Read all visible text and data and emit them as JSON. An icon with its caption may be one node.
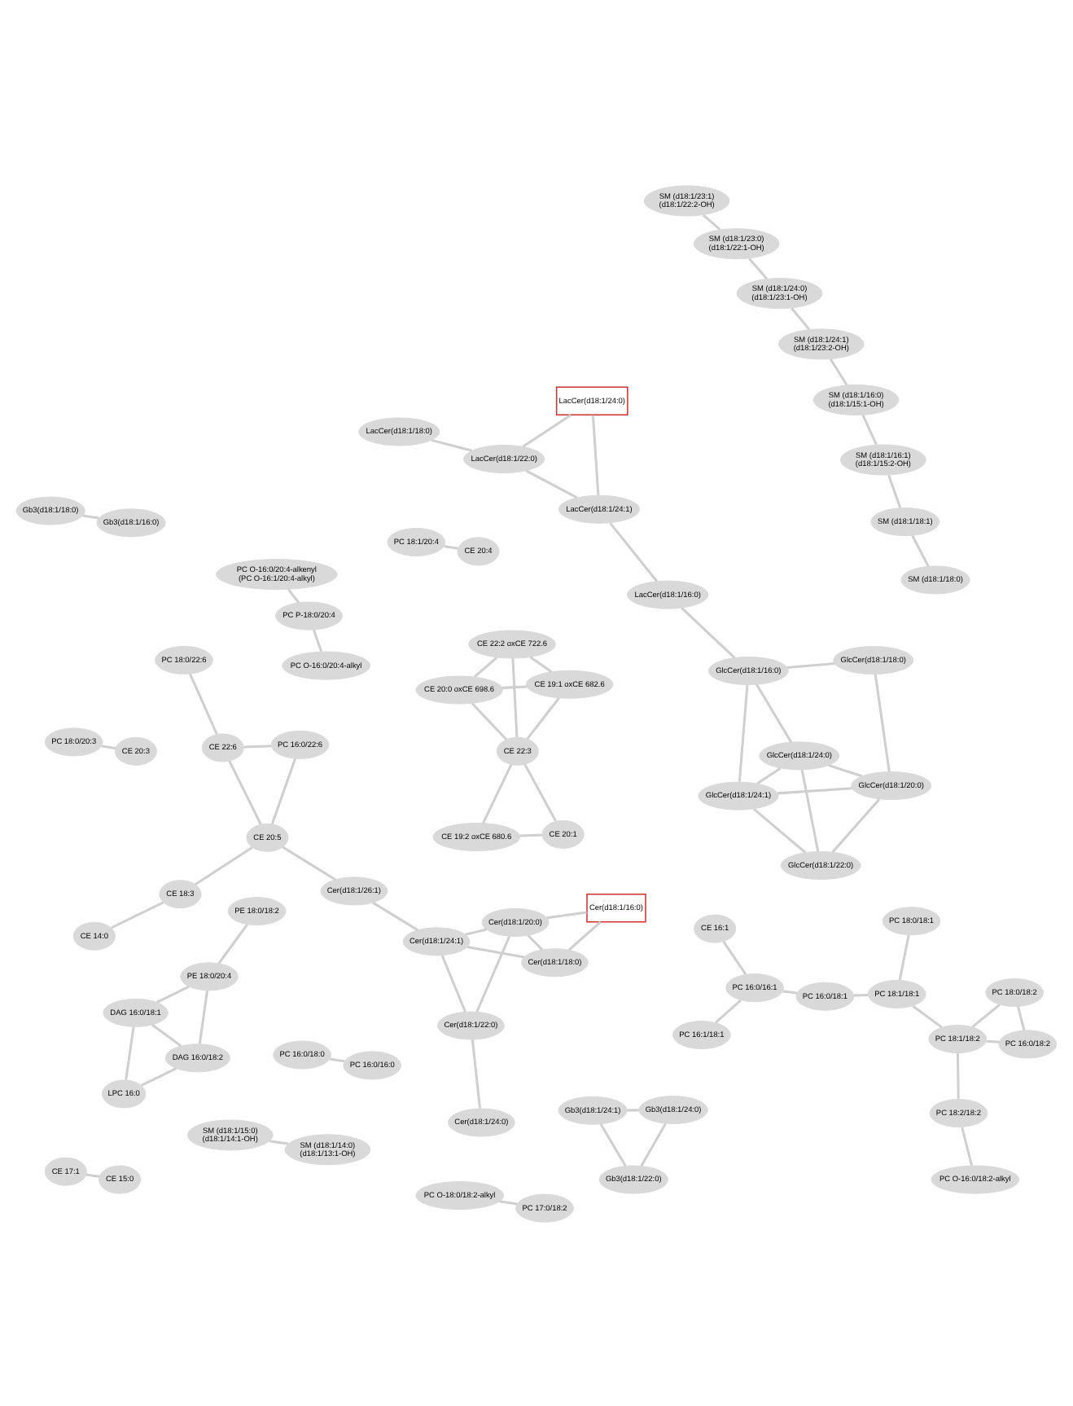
{
  "diagram": {
    "nodes": [
      {
        "text": [
          "PC 18:0/22:6"
        ]
      },
      {
        "text": [
          "PC 16:0/22:6"
        ]
      },
      {
        "text": [
          "CE 14:0"
        ]
      },
      {
        "text": [
          "CE 22:6"
        ]
      },
      {
        "text": [
          "CE 18:3"
        ]
      },
      {
        "text": [
          "CE 20:5"
        ]
      },
      {
        "text": [
          "Cer(d18:1/26:1)"
        ]
      },
      {
        "text": [
          "Cer(d18:1/24:1)"
        ]
      },
      {
        "text": [
          "Cer(d18:1/22:0)"
        ]
      },
      {
        "text": [
          "Cer(d18:1/18:0)"
        ]
      },
      {
        "text": [
          "Cer(d18:1/24:0)"
        ]
      },
      {
        "text": [
          "Cer(d18:1/20:0)"
        ]
      },
      {
        "text": [
          "Cer(d18:1/16:0)"
        ]
      },
      {
        "text": [
          "CE 16:1"
        ]
      },
      {
        "text": [
          "PC 16:0/16:1"
        ]
      },
      {
        "text": [
          "PC 16:1/18:1"
        ]
      },
      {
        "text": [
          "PC 16:0/18:1"
        ]
      },
      {
        "text": [
          "PC 18:1/18:1"
        ]
      },
      {
        "text": [
          "PC 18:0/18:1"
        ]
      },
      {
        "text": [
          "PC 18:1/18:2"
        ]
      },
      {
        "text": [
          "PC 16:0/18:2"
        ]
      },
      {
        "text": [
          "PC 18:0/18:2"
        ]
      },
      {
        "text": [
          "PC 18:2/18:2"
        ]
      },
      {
        "text": [
          "PC O-16:0/18:2-alkyl"
        ]
      },
      {
        "text": [
          "LacCer(d18:1/22:0)"
        ]
      },
      {
        "text": [
          "LacCer(d18:1/24:0)"
        ]
      },
      {
        "text": [
          "LacCer(d18:1/24:1)"
        ]
      },
      {
        "text": [
          "LacCer(d18:1/18:0)"
        ]
      },
      {
        "text": [
          "LacCer(d18:1/16:0)"
        ]
      },
      {
        "text": [
          "GlcCer(d18:1/18:0)"
        ]
      },
      {
        "text": [
          "GlcCer(d18:1/16:0)"
        ]
      },
      {
        "text": [
          "GlcCer(d18:1/20:0)"
        ]
      },
      {
        "text": [
          "GlcCer(d18:1/24:0)"
        ]
      },
      {
        "text": [
          "GlcCer(d18:1/24:1)"
        ]
      },
      {
        "text": [
          "GlcCer(d18:1/22:0)"
        ]
      },
      {
        "text": [
          "SM (d18:1/23:1)",
          "(d18:1/22:2-OH)"
        ]
      },
      {
        "text": [
          "SM (d18:1/23:0)",
          "(d18:1/22:1-OH)"
        ]
      },
      {
        "text": [
          "SM (d18:1/24:0)",
          "(d18:1/23:1-OH)"
        ]
      },
      {
        "text": [
          "SM (d18:1/24:1)",
          "(d18:1/23:2-OH)"
        ]
      },
      {
        "text": [
          "SM (d18:1/16:0)",
          "(d18:1/15:1-OH)"
        ]
      },
      {
        "text": [
          "SM (d18:1/16:1)",
          "(d18:1/15:2-OH)"
        ]
      },
      {
        "text": [
          "SM (d18:1/18:1)"
        ]
      },
      {
        "text": [
          "SM (d18:1/18:0)"
        ]
      },
      {
        "text": [
          "CE 19:2 oxCE 680.6"
        ]
      },
      {
        "text": [
          "CE 20:1"
        ]
      },
      {
        "text": [
          "CE 22:3"
        ]
      },
      {
        "text": [
          "CE 22:2 oxCE 722.6"
        ]
      },
      {
        "text": [
          "CE 19:1 oxCE 682.6"
        ]
      },
      {
        "text": [
          "CE 20:0 oxCE 698.6"
        ]
      },
      {
        "text": [
          "LPC 16:0"
        ]
      },
      {
        "text": [
          "DAG 16:0/18:2"
        ]
      },
      {
        "text": [
          "DAG 16:0/18:1"
        ]
      },
      {
        "text": [
          "PE 18:0/20:4"
        ]
      },
      {
        "text": [
          "PE 18:0/18:2"
        ]
      },
      {
        "text": [
          "PC O-16:0/20:4-alkenyl",
          "(PC O-16:1/20:4-alkyl)"
        ]
      },
      {
        "text": [
          "PC P-18:0/20:4"
        ]
      },
      {
        "text": [
          "PC O-16:0/20:4-alkyl"
        ]
      },
      {
        "text": [
          "Gb3(d18:1/24:1)"
        ]
      },
      {
        "text": [
          "Gb3(d18:1/24:0)"
        ]
      },
      {
        "text": [
          "Gb3(d18:1/22:0)"
        ]
      },
      {
        "text": [
          "SM (d18:1/15:0)",
          "(d18:1/14:1-OH)"
        ]
      },
      {
        "text": [
          "SM (d18:1/14:0)",
          "(d18:1/13:1-OH)"
        ]
      },
      {
        "text": [
          "PC O-18:0/18:2-alkyl"
        ]
      },
      {
        "text": [
          "PC 17:0/18:2"
        ]
      },
      {
        "text": [
          "PC 18:1/20:4"
        ]
      },
      {
        "text": [
          "CE 20:4"
        ]
      },
      {
        "text": [
          "PC 18:0/20:3"
        ]
      },
      {
        "text": [
          "CE 20:3"
        ]
      },
      {
        "text": [
          "PC 16:0/18:0"
        ]
      },
      {
        "text": [
          "PC 16:0/16:0"
        ]
      },
      {
        "text": [
          "Gb3(d18:1/18:0)"
        ]
      },
      {
        "text": [
          "Gb3(d18:1/16:0)"
        ]
      },
      {
        "text": [
          "CE 17:1"
        ]
      },
      {
        "text": [
          "CE 15:0"
        ]
      }
    ],
    "edges": [
      {
        "from": 0,
        "to": 3,
        "arrow": "none"
      },
      {
        "from": 1,
        "to": 3,
        "arrow": "none"
      },
      {
        "from": 1,
        "to": 5,
        "arrow": "none"
      },
      {
        "from": 3,
        "to": 5,
        "arrow": "none"
      },
      {
        "from": 2,
        "to": 4,
        "arrow": "none"
      },
      {
        "from": 4,
        "to": 5,
        "arrow": "none"
      },
      {
        "from": 5,
        "to": 6,
        "arrow": "none"
      },
      {
        "from": 6,
        "to": 7,
        "arrow": "none"
      },
      {
        "from": 7,
        "to": 8,
        "arrow": "none"
      },
      {
        "from": 7,
        "to": 9,
        "arrow": "none"
      },
      {
        "from": 7,
        "to": 11,
        "arrow": "none"
      },
      {
        "from": 8,
        "to": 10,
        "arrow": "none"
      },
      {
        "from": 8,
        "to": 11,
        "arrow": "none"
      },
      {
        "from": 9,
        "to": 11,
        "arrow": "none"
      },
      {
        "from": 9,
        "to": 12,
        "arrow": "none"
      },
      {
        "from": 11,
        "to": 12,
        "arrow": "none"
      },
      {
        "from": 13,
        "to": 14,
        "arrow": "none"
      },
      {
        "from": 14,
        "to": 15,
        "arrow": "none"
      },
      {
        "from": 14,
        "to": 16,
        "arrow": "none"
      },
      {
        "from": 16,
        "to": 17,
        "arrow": "none"
      },
      {
        "from": 17,
        "to": 18,
        "arrow": "none"
      },
      {
        "from": 17,
        "to": 19,
        "arrow": "none"
      },
      {
        "from": 19,
        "to": 20,
        "arrow": "none"
      },
      {
        "from": 19,
        "to": 21,
        "arrow": "none"
      },
      {
        "from": 20,
        "to": 21,
        "arrow": "none"
      },
      {
        "from": 19,
        "to": 22,
        "arrow": "none"
      },
      {
        "from": 22,
        "to": 23,
        "arrow": "none"
      },
      {
        "from": 24,
        "to": 25,
        "arrow": "none"
      },
      {
        "from": 24,
        "to": 26,
        "arrow": "none"
      },
      {
        "from": 24,
        "to": 27,
        "arrow": "none"
      },
      {
        "from": 26,
        "to": 25,
        "arrow": "none"
      },
      {
        "from": 26,
        "to": 28,
        "arrow": "none"
      },
      {
        "from": 28,
        "to": 30,
        "arrow": "none"
      },
      {
        "from": 29,
        "to": 30,
        "arrow": "none"
      },
      {
        "from": 29,
        "to": 31,
        "arrow": "none"
      },
      {
        "from": 30,
        "to": 32,
        "arrow": "none"
      },
      {
        "from": 30,
        "to": 33,
        "arrow": "none"
      },
      {
        "from": 31,
        "to": 32,
        "arrow": "none"
      },
      {
        "from": 31,
        "to": 33,
        "arrow": "none"
      },
      {
        "from": 31,
        "to": 34,
        "arrow": "none"
      },
      {
        "from": 32,
        "to": 33,
        "arrow": "none"
      },
      {
        "from": 32,
        "to": 34,
        "arrow": "none"
      },
      {
        "from": 33,
        "to": 34,
        "arrow": "none"
      },
      {
        "from": 35,
        "to": 36,
        "arrow": "none"
      },
      {
        "from": 36,
        "to": 37,
        "arrow": "none"
      },
      {
        "from": 37,
        "to": 38,
        "arrow": "none"
      },
      {
        "from": 38,
        "to": 39,
        "arrow": "none"
      },
      {
        "from": 39,
        "to": 40,
        "arrow": "none"
      },
      {
        "from": 40,
        "to": 41,
        "arrow": "none"
      },
      {
        "from": 41,
        "to": 42,
        "arrow": "none"
      },
      {
        "from": 43,
        "to": 44,
        "arrow": "none"
      },
      {
        "from": 43,
        "to": 45,
        "arrow": "none"
      },
      {
        "from": 44,
        "to": 45,
        "arrow": "none"
      },
      {
        "from": 45,
        "to": 46,
        "arrow": "none"
      },
      {
        "from": 45,
        "to": 48,
        "arrow": "none"
      },
      {
        "from": 45,
        "to": 47,
        "arrow": "none"
      },
      {
        "from": 47,
        "to": 46,
        "arrow": "none"
      },
      {
        "from": 47,
        "to": 48,
        "arrow": "none"
      },
      {
        "from": 46,
        "to": 48,
        "arrow": "none"
      },
      {
        "from": 49,
        "to": 50,
        "arrow": "none"
      },
      {
        "from": 49,
        "to": 51,
        "arrow": "none"
      },
      {
        "from": 50,
        "to": 51,
        "arrow": "none"
      },
      {
        "from": 50,
        "to": 52,
        "arrow": "none"
      },
      {
        "from": 51,
        "to": 52,
        "arrow": "none"
      },
      {
        "from": 52,
        "to": 53,
        "arrow": "none"
      },
      {
        "from": 54,
        "to": 55,
        "arrow": "none"
      },
      {
        "from": 55,
        "to": 56,
        "arrow": "none"
      },
      {
        "from": 57,
        "to": 58,
        "arrow": "none"
      },
      {
        "from": 57,
        "to": 59,
        "arrow": "none"
      },
      {
        "from": 58,
        "to": 59,
        "arrow": "none"
      },
      {
        "from": 60,
        "to": 61,
        "arrow": "none"
      },
      {
        "from": 62,
        "to": 63,
        "arrow": "none"
      },
      {
        "from": 64,
        "to": 65,
        "arrow": "none"
      },
      {
        "from": 66,
        "to": 67,
        "arrow": "none"
      },
      {
        "from": 68,
        "to": 69,
        "arrow": "none"
      },
      {
        "from": 70,
        "to": 71,
        "arrow": "none"
      },
      {
        "from": 72,
        "to": 73,
        "arrow": "none"
      }
    ]
  }
}
